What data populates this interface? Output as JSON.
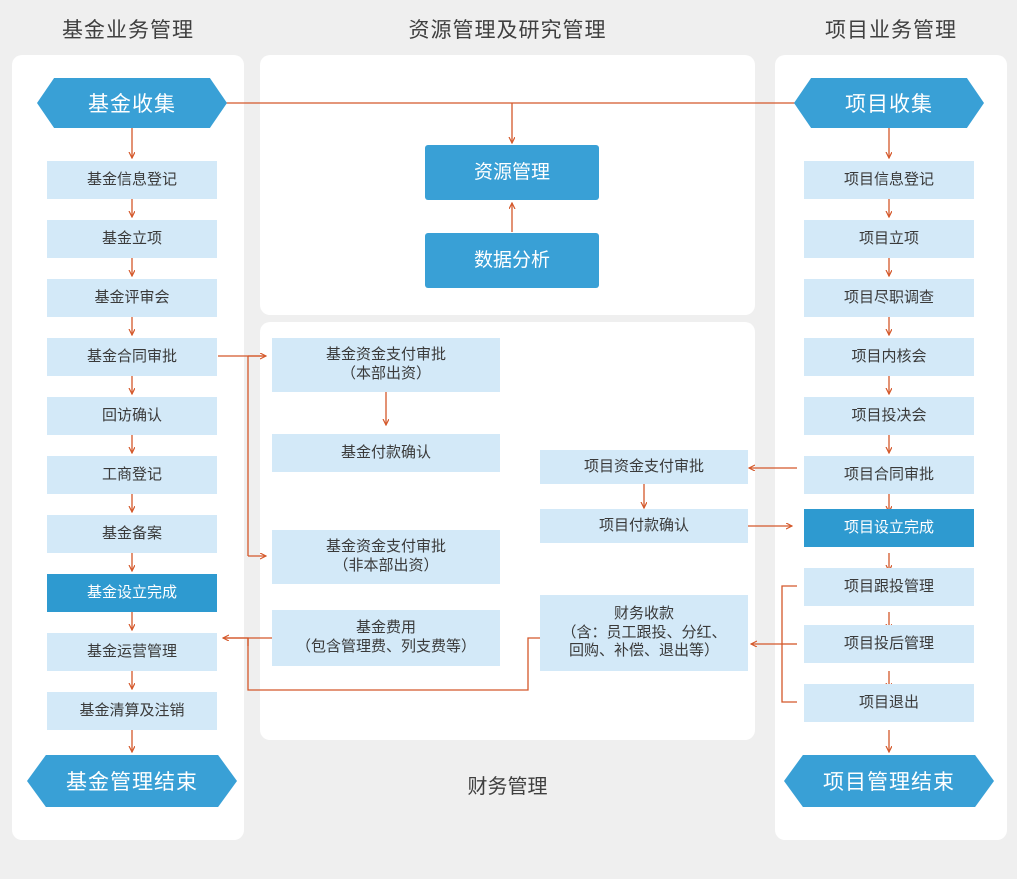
{
  "columns": {
    "left_title": "基金业务管理",
    "middle_title": "资源管理及研究管理",
    "right_title": "项目业务管理",
    "middle_bottom_label": "财务管理"
  },
  "fund_flow": {
    "start": "基金收集",
    "steps": [
      "基金信息登记",
      "基金立项",
      "基金评审会",
      "基金合同审批",
      "回访确认",
      "工商登记",
      "基金备案",
      "基金设立完成",
      "基金运营管理",
      "基金清算及注销"
    ],
    "end": "基金管理结束",
    "highlight_step": "基金设立完成"
  },
  "resource_flow": {
    "nodes": [
      "资源管理",
      "数据分析"
    ]
  },
  "finance_fund": {
    "pay_approval_internal_line1": "基金资金支付审批",
    "pay_approval_internal_line2": "（本部出资）",
    "payment_confirm": "基金付款确认",
    "pay_approval_external_line1": "基金资金支付审批",
    "pay_approval_external_line2": "（非本部出资）",
    "fund_fee_line1": "基金费用",
    "fund_fee_line2": "（包含管理费、列支费等）"
  },
  "finance_project": {
    "pay_approval": "项目资金支付审批",
    "payment_confirm": "项目付款确认",
    "receipt_line1": "财务收款",
    "receipt_line2": "（含：员工跟投、分红、",
    "receipt_line3": "回购、补偿、退出等）"
  },
  "project_flow": {
    "start": "项目收集",
    "steps": [
      "项目信息登记",
      "项目立项",
      "项目尽职调查",
      "项目内核会",
      "项目投决会",
      "项目合同审批",
      "项目设立完成",
      "项目跟投管理",
      "项目投后管理",
      "项目退出"
    ],
    "end": "项目管理结束",
    "highlight_step": "项目设立完成"
  },
  "colors": {
    "background": "#efefef",
    "panel": "#ffffff",
    "node_fill": "#d3e9f8",
    "node_dark": "#2e9ad0",
    "accent_blue": "#39a0d6",
    "connector": "#d4582a",
    "text": "#3a3a3a"
  }
}
